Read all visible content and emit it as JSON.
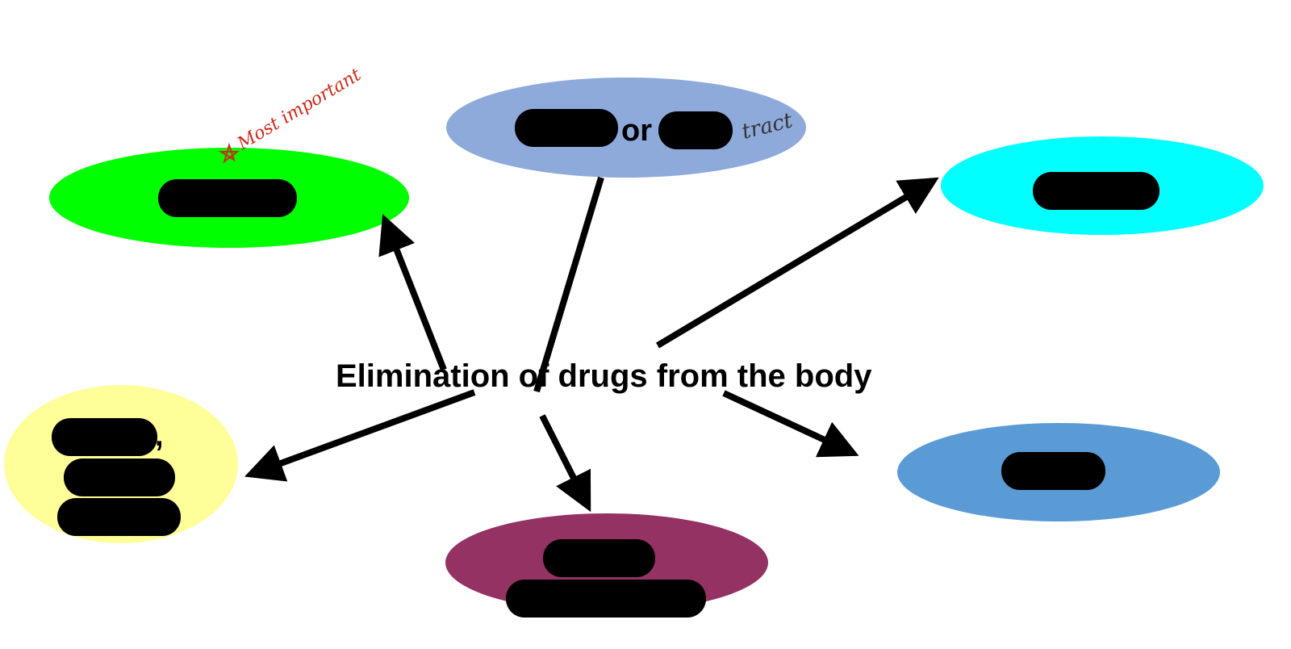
{
  "center": {
    "title": "Elimination of drugs from the body"
  },
  "nodes": {
    "top": {
      "connector": "or",
      "handwritten_suffix": "tract",
      "color": "#8eaadb"
    },
    "upper_left": {
      "color": "#00ff00"
    },
    "upper_right": {
      "color": "#00ffff"
    },
    "left": {
      "punctuation": ",",
      "color": "#ffff99"
    },
    "bottom": {
      "color": "#953264"
    },
    "right": {
      "color": "#5b9bd5"
    }
  },
  "annotations": {
    "most_important": "Most important"
  },
  "redaction_color": "#000000"
}
